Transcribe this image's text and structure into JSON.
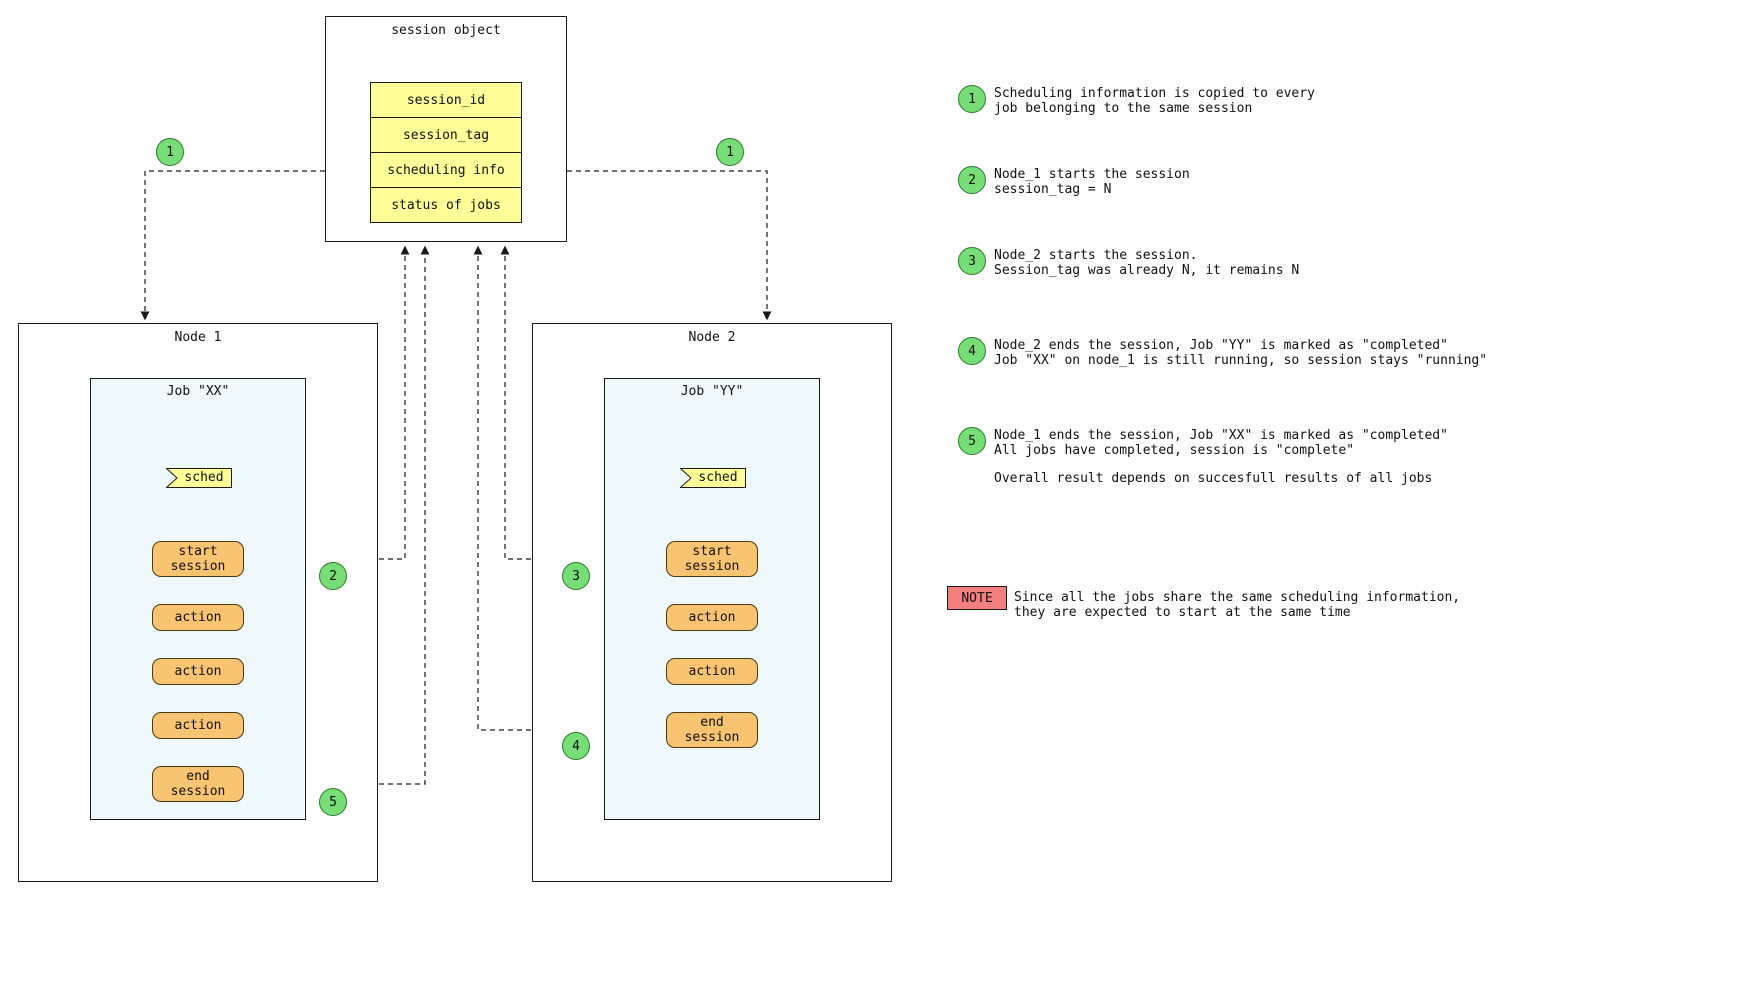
{
  "colors": {
    "yellow": "#ffff99",
    "orange": "#f8c471",
    "green": "#77dd77",
    "note-red": "#f47f7f",
    "job-bg": "#eff8fb"
  },
  "session_object": {
    "title": "session object",
    "rows": [
      "session_id",
      "session_tag",
      "scheduling info",
      "status of jobs"
    ]
  },
  "nodes": [
    {
      "title": "Node 1",
      "job_title": "Job \"XX\"",
      "sched": "sched",
      "steps": [
        "start\nsession",
        "action",
        "action",
        "action",
        "end\nsession"
      ]
    },
    {
      "title": "Node 2",
      "job_title": "Job \"YY\"",
      "sched": "sched",
      "steps": [
        "start\nsession",
        "action",
        "action",
        "end\nsession"
      ]
    }
  ],
  "badges": {
    "b1": "1",
    "b2": "2",
    "b3": "3",
    "b4": "4",
    "b5": "5"
  },
  "annotations": [
    {
      "num": "1",
      "text": "Scheduling information is copied to every\njob belonging to the same session"
    },
    {
      "num": "2",
      "text": "Node_1 starts the session\nsession_tag = N"
    },
    {
      "num": "3",
      "text": "Node_2 starts the session.\nSession_tag was already N, it remains N"
    },
    {
      "num": "4",
      "text": "Node_2 ends the session, Job \"YY\" is marked as \"completed\"\nJob \"XX\" on node_1 is still running, so session stays \"running\""
    },
    {
      "num": "5",
      "text": "Node_1 ends the session, Job \"XX\" is marked as \"completed\"\nAll jobs have completed, session is \"complete\""
    }
  ],
  "overall_note": "Overall result depends on succesfull results of all jobs",
  "note": {
    "label": "NOTE",
    "text": "Since all the jobs share the same scheduling information,\nthey are expected to start at the same time"
  }
}
